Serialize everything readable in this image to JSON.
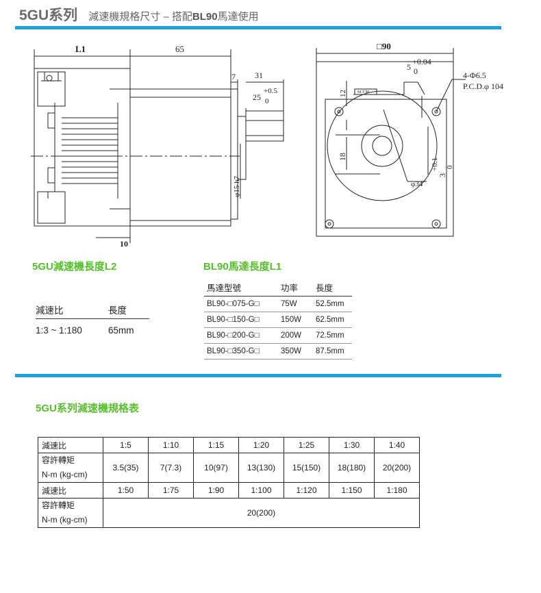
{
  "header": {
    "series": "5GU系列",
    "subtitle_prefix": "減速機規格尺寸 – 搭配",
    "subtitle_bold": "BL90",
    "subtitle_suffix": "馬達使用"
  },
  "colors": {
    "accent_bar": "#1ea0dc",
    "heading_green": "#56c02a"
  },
  "drawing_side": {
    "dim_L1": "L1",
    "dim_65": "65",
    "dim_7": "7",
    "dim_31": "31",
    "dim_25": "25",
    "tol_plus": "+0.5",
    "tol_zero": "0",
    "dim_shaft": "φ15 h7",
    "dim_10": "10"
  },
  "drawing_front": {
    "dim_square": "□90",
    "dim_5": "5",
    "tol_key_plus": "+0.04",
    "tol_key_zero": "0",
    "holes": "4-Φ6.5",
    "pcd": "P.C.D.φ 104",
    "dim_12": "12",
    "brand": "M.T.M",
    "dim_18": "18",
    "dim_3": "3",
    "tol_3_plus": "+0.1",
    "tol_3_zero": "0",
    "dim_34": "φ34"
  },
  "gearhead_l2": {
    "heading": "5GU減速機長度L2",
    "headers": [
      "減速比",
      "長度"
    ],
    "row": [
      "1:3 ~ 1:180",
      "65mm"
    ]
  },
  "motor_l1": {
    "heading": "BL90馬達長度L1",
    "headers": [
      "馬達型號",
      "功率",
      "長度"
    ],
    "rows": [
      [
        "BL90-□075-G□",
        "75W",
        "52.5mm"
      ],
      [
        "BL90-□150-G□",
        "150W",
        "62.5mm"
      ],
      [
        "BL90-□200-G□",
        "200W",
        "72.5mm"
      ],
      [
        "BL90-□350-G□",
        "350W",
        "87.5mm"
      ]
    ]
  },
  "spec_table": {
    "heading": "5GU系列減速機規格表",
    "label_ratio": "減速比",
    "label_torque_1": "容許轉矩",
    "label_torque_2": "N-m (kg-cm)",
    "ratios_1": [
      "1:5",
      "1:10",
      "1:15",
      "1:20",
      "1:25",
      "1:30",
      "1:40"
    ],
    "torques_1": [
      "3.5(35)",
      "7(7.3)",
      "10(97)",
      "13(130)",
      "15(150)",
      "18(180)",
      "20(200)"
    ],
    "ratios_2": [
      "1:50",
      "1:75",
      "1:90",
      "1:100",
      "1:120",
      "1:150",
      "1:180"
    ],
    "torque_2": "20(200)"
  }
}
